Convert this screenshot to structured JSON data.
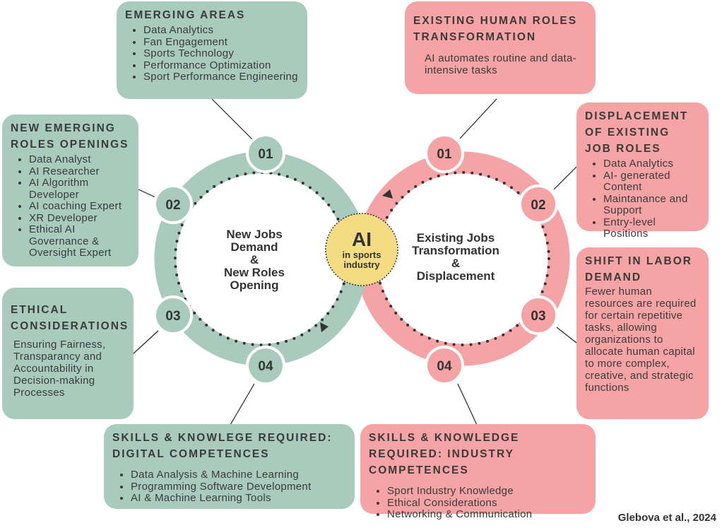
{
  "colors": {
    "green": "#a8cbbd",
    "pink": "#f5a3a4",
    "yellow": "#f5dc82",
    "text": "#3a3a3a"
  },
  "center": {
    "ai": "AI",
    "subtitle": "in sports industry"
  },
  "left_circle": {
    "label_lines": [
      "New Jobs",
      "Demand",
      "&",
      "New Roles",
      "Opening"
    ],
    "badges": [
      "01",
      "02",
      "03",
      "04"
    ]
  },
  "right_circle": {
    "label_lines": [
      "Existing Jobs",
      "Transformation",
      "&",
      "Displacement"
    ],
    "badges": [
      "01",
      "02",
      "03",
      "04"
    ]
  },
  "boxes": {
    "emerging_areas": {
      "title": "EMERGING AREAS",
      "items": [
        "Data Analytics",
        "Fan Engagement",
        "Sports Technology",
        "Performance Optimization",
        "Sport Performance Engineering"
      ]
    },
    "new_roles": {
      "title": "NEW EMERGING ROLES OPENINGS",
      "items": [
        "Data Analyst",
        "AI Researcher",
        "AI Algorithm Developer",
        "AI coaching Expert",
        "XR Developer",
        "Ethical AI Governance & Oversight Expert"
      ]
    },
    "ethical": {
      "title": "ETHICAL CONSIDERATIONS",
      "text": "Ensuring Fairness, Transparancy and Accountability in Decision-making Processes"
    },
    "digital": {
      "title": "SKILLS & KNOWLEGE REQUIRED: DIGITAL COMPETENCES",
      "items": [
        "Data Analysis & Machine Learning",
        "Programming Software Development",
        "AI & Machine Learning Tools"
      ]
    },
    "transformation": {
      "title": "EXISTING HUMAN ROLES TRANSFORMATION",
      "text": "AI  automates routine and data-intensive tasks"
    },
    "displacement": {
      "title": "DISPLACEMENT OF EXISTING JOB ROLES",
      "items": [
        "Data Analytics",
        "AI- generated Content",
        "Maintanance and Support",
        "Entry-level Positions"
      ]
    },
    "shift": {
      "title": "SHIFT IN LABOR DEMAND",
      "text": "Fewer human resources are required for certain repetitive tasks, allowing organizations to allocate human capital to more complex, creative, and strategic functions"
    },
    "industry": {
      "title": "SKILLS & KNOWLEDGE REQUIRED: INDUSTRY COMPETENCES",
      "items": [
        "Sport Industry Knowledge",
        "Ethical Considerations",
        "Networking & Communication"
      ]
    }
  },
  "credit": "Glebova et al., 2024"
}
